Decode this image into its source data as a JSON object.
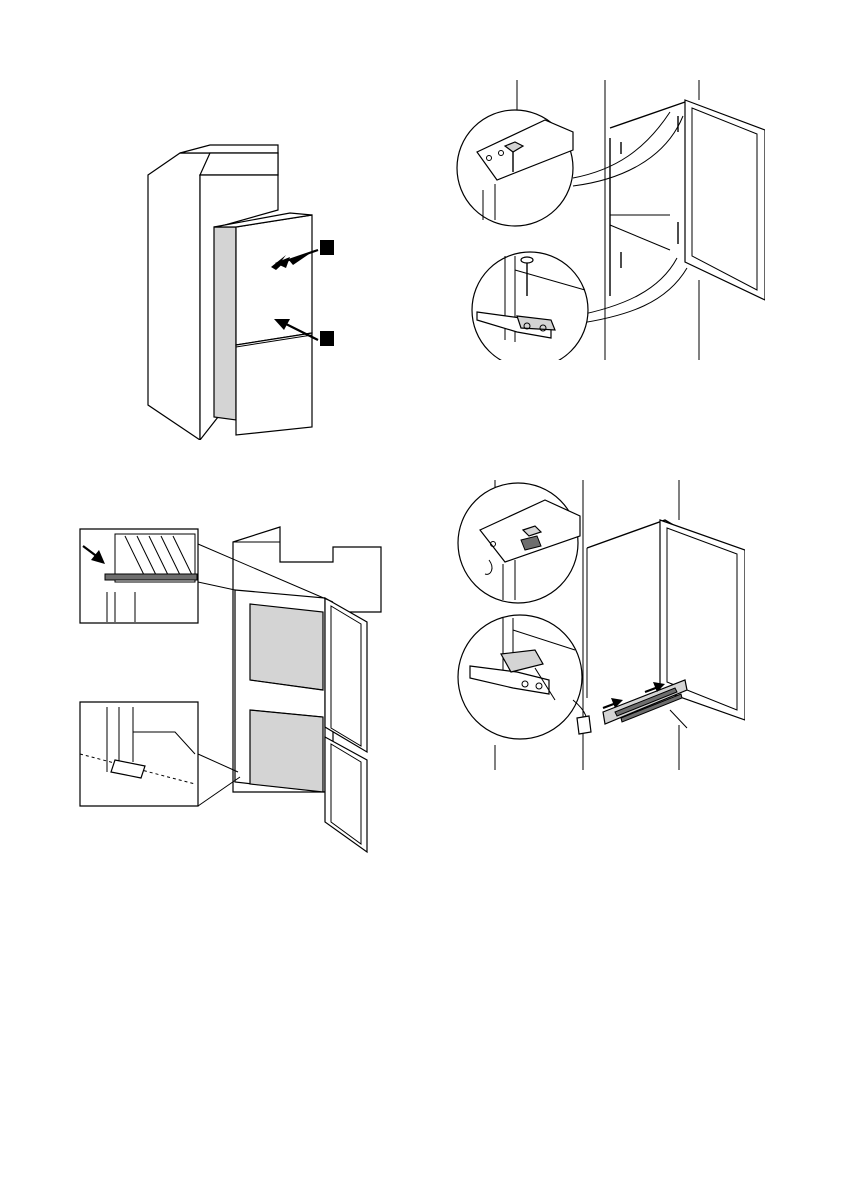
{
  "page": {
    "background": "#ffffff",
    "line_color": "#000000",
    "fill_grey": "#d4d4d4"
  },
  "figures": [
    {
      "id": "fig-1",
      "subject": "appliance-insertion",
      "markers": 2
    },
    {
      "id": "fig-2",
      "subject": "upper-lower-hinge-screws",
      "detail_callouts": 2
    },
    {
      "id": "fig-3",
      "subject": "door-gap-and-hinge-alignment",
      "detail_callouts": 2
    },
    {
      "id": "fig-4",
      "subject": "hinge-cover-and-base-grille",
      "detail_callouts": 2
    }
  ]
}
